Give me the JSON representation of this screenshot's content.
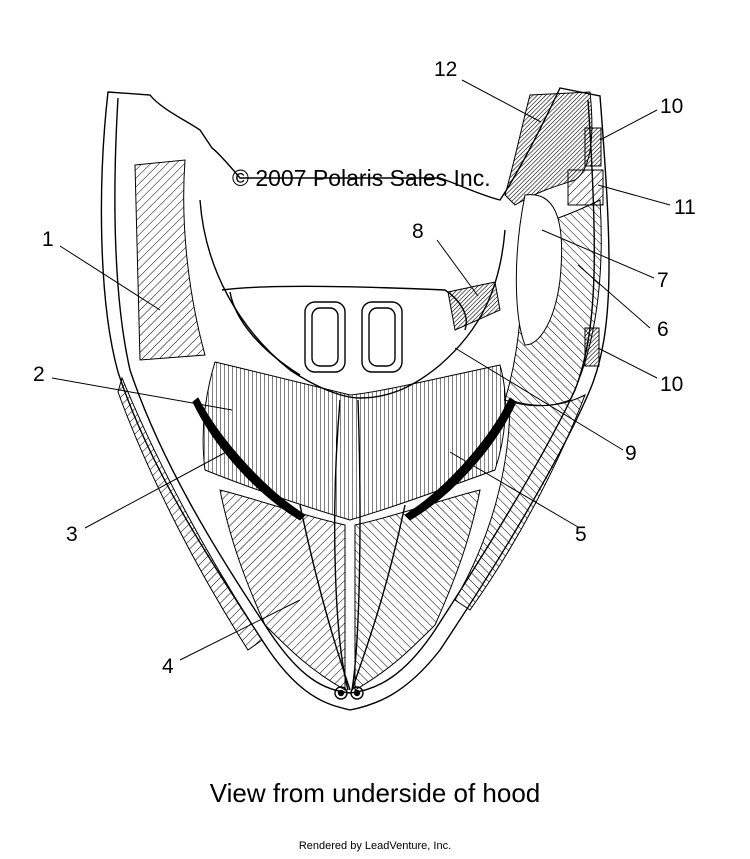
{
  "copyright": "© 2007 Polaris Sales Inc.",
  "caption": "View from underside of hood",
  "rendered_by": "Rendered by LeadVenture, Inc.",
  "callouts": [
    {
      "id": "1",
      "label": "1"
    },
    {
      "id": "2",
      "label": "2"
    },
    {
      "id": "3",
      "label": "3"
    },
    {
      "id": "4",
      "label": "4"
    },
    {
      "id": "5",
      "label": "5"
    },
    {
      "id": "6",
      "label": "6"
    },
    {
      "id": "7",
      "label": "7"
    },
    {
      "id": "8",
      "label": "8"
    },
    {
      "id": "9",
      "label": "9"
    },
    {
      "id": "10a",
      "label": "10"
    },
    {
      "id": "10b",
      "label": "10"
    },
    {
      "id": "11",
      "label": "11"
    },
    {
      "id": "12",
      "label": "12"
    }
  ]
}
